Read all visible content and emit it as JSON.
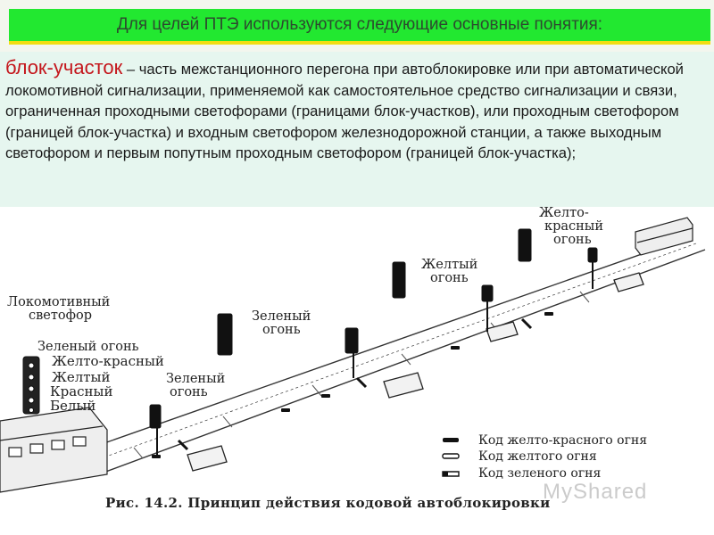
{
  "header": {
    "title": "Для целей ПТЭ используются следующие основные понятия:"
  },
  "definition": {
    "term": "блок-участок",
    "text": " – часть межстанционного перегона при автоблокировке или при автоматической локомотивной сигнализации, применяемой как самостоятельное средство сигнализации и связи, ограниченная проходными светофорами (границами блок-участков), или проходным светофором (границей блок-участка) и входным светофором железнодорожной станции, а также выходным светофором и первым попутным проходным светофором (границей блок-участка);"
  },
  "figure": {
    "labels": {
      "loco_signal_1": "Локомотивный",
      "loco_signal_2": "светофор",
      "loco_green": "Зеленый огонь",
      "loco_yellow_red": "Желто-красный",
      "loco_yellow": "Желтый",
      "loco_red": "Красный",
      "loco_white": "Белый",
      "green_light_low_1": "Зеленый",
      "green_light_low_2": "огонь",
      "green_light_mid_1": "Зеленый",
      "green_light_mid_2": "огонь",
      "yellow_light_1": "Желтый",
      "yellow_light_2": "огонь",
      "yellow_red_light_1": "Желто-",
      "yellow_red_light_2": "красный",
      "yellow_red_light_3": "огонь"
    },
    "legend": [
      {
        "label": "Код желто-красного огня"
      },
      {
        "label": "Код желтого огня"
      },
      {
        "label": "Код зеленого огня"
      }
    ],
    "caption": "Рис. 14.2. Принцип действия кодовой автоблокировки",
    "watermark": "MyShared"
  },
  "colors": {
    "header_bar": "#22e830",
    "header_underline": "#f2dd12",
    "term": "#c4161c",
    "background": "#e6f6ef"
  }
}
